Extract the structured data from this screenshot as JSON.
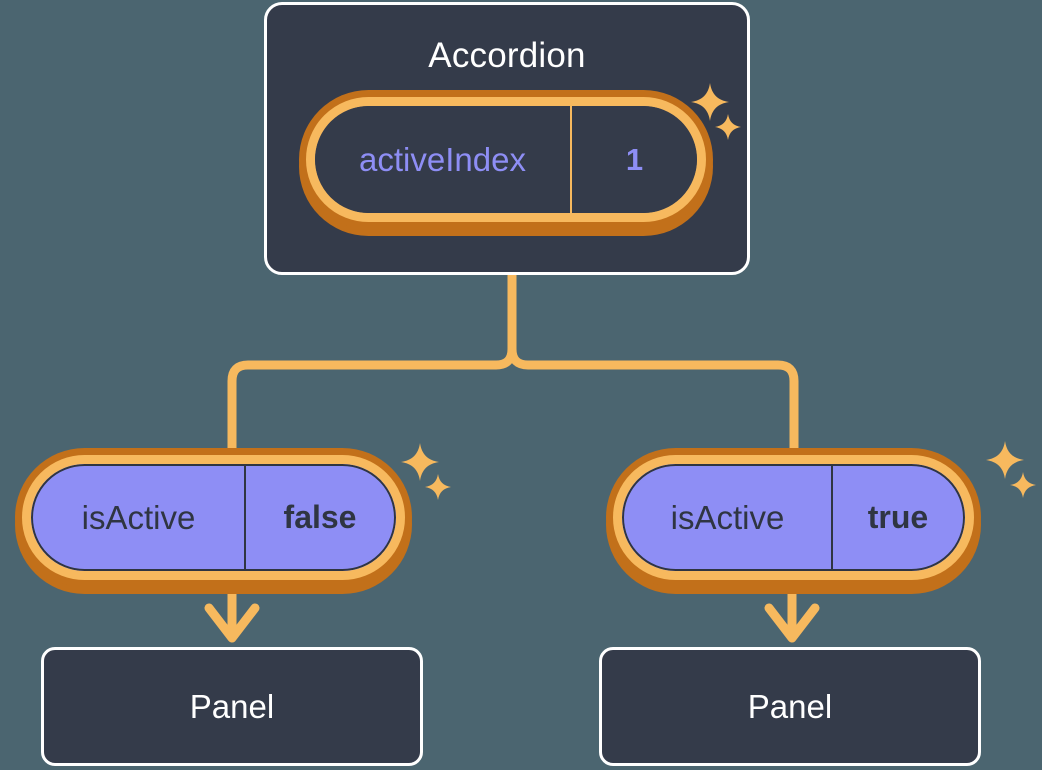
{
  "theme": {
    "background": "#4b6570",
    "card_bg": "#343b4a",
    "card_border": "#ffffff",
    "pill_ring_light": "#f7b95e",
    "pill_ring_dark": "#c2701a",
    "pill_fill_periwinkle": "#8e8ef5",
    "text_periwinkle": "#8e8ef5",
    "text_dark": "#2f3542",
    "text_white": "#ffffff",
    "connector": "#f7b95e"
  },
  "diagram": {
    "type": "component-state-tree",
    "root": {
      "title": "Accordion",
      "state": {
        "key": "activeIndex",
        "value": "1"
      }
    },
    "branches": [
      {
        "prop": {
          "key": "isActive",
          "value": "false"
        },
        "child": {
          "title": "Panel"
        }
      },
      {
        "prop": {
          "key": "isActive",
          "value": "true"
        },
        "child": {
          "title": "Panel"
        }
      }
    ]
  },
  "icons": {
    "sparkle": "sparkle-icon",
    "arrow_down": "arrow-down-icon"
  }
}
